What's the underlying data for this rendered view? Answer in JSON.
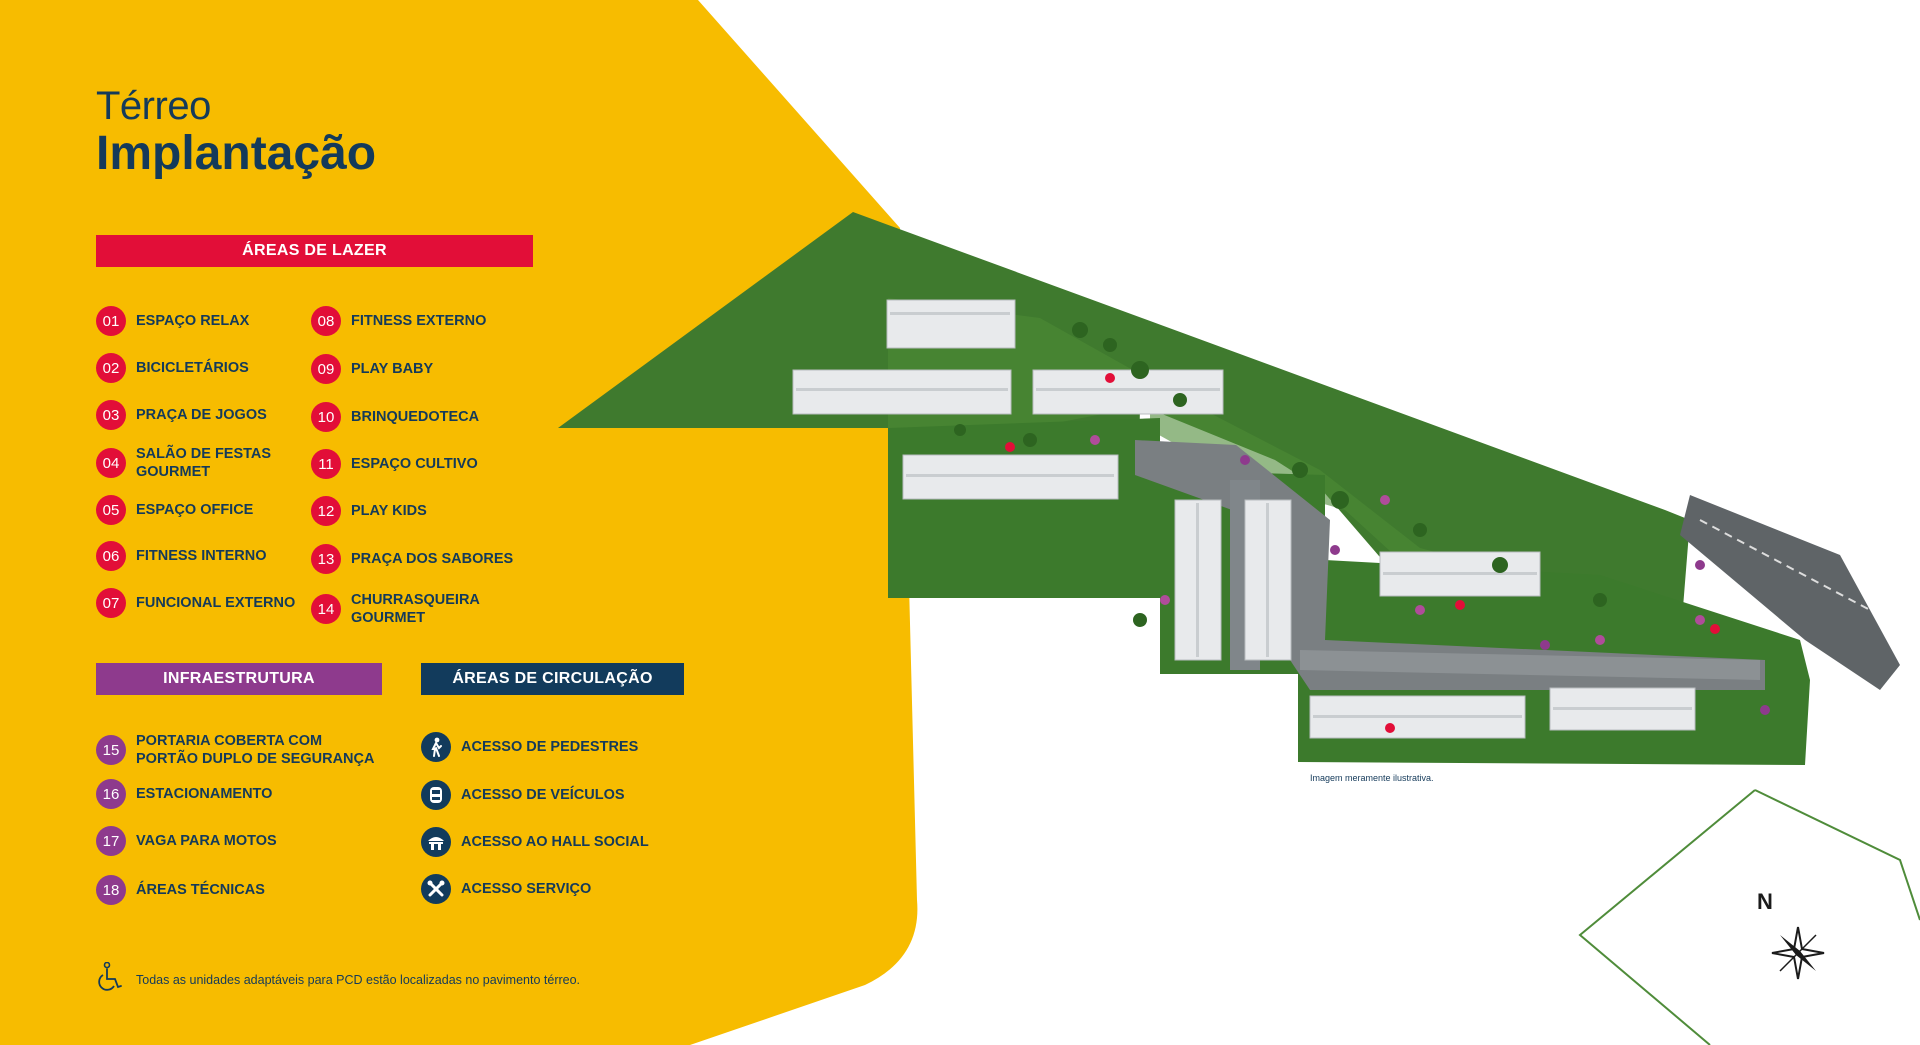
{
  "title": {
    "light": "Térreo",
    "bold": "Implantação"
  },
  "colors": {
    "yellow": "#f7bc00",
    "red": "#e20e38",
    "purple": "#8e3a8d",
    "navy": "#123b5c",
    "text": "#143a5a",
    "grass": "#3f7a2e"
  },
  "lazer": {
    "header": "ÁREAS DE LAZER",
    "items": [
      {
        "num": "01",
        "label": "ESPAÇO RELAX"
      },
      {
        "num": "02",
        "label": "BICICLETÁRIOS"
      },
      {
        "num": "03",
        "label": "PRAÇA DE JOGOS"
      },
      {
        "num": "04",
        "label": "SALÃO DE FESTAS GOURMET"
      },
      {
        "num": "05",
        "label": "ESPAÇO OFFICE"
      },
      {
        "num": "06",
        "label": "FITNESS INTERNO"
      },
      {
        "num": "07",
        "label": "FUNCIONAL EXTERNO"
      },
      {
        "num": "08",
        "label": "FITNESS EXTERNO"
      },
      {
        "num": "09",
        "label": "PLAY BABY"
      },
      {
        "num": "10",
        "label": "BRINQUEDOTECA"
      },
      {
        "num": "11",
        "label": "ESPAÇO CULTIVO"
      },
      {
        "num": "12",
        "label": "PLAY KIDS"
      },
      {
        "num": "13",
        "label": "PRAÇA DOS SABORES"
      },
      {
        "num": "14",
        "label": "CHURRASQUEIRA GOURMET"
      }
    ]
  },
  "infra": {
    "header": "INFRAESTRUTURA",
    "items": [
      {
        "num": "15",
        "label": "PORTARIA COBERTA COM PORTÃO DUPLO DE SEGURANÇA"
      },
      {
        "num": "16",
        "label": "ESTACIONAMENTO"
      },
      {
        "num": "17",
        "label": "VAGA PARA MOTOS"
      },
      {
        "num": "18",
        "label": "ÁREAS TÉCNICAS"
      }
    ]
  },
  "circulacao": {
    "header": "ÁREAS DE CIRCULAÇÃO",
    "items": [
      {
        "icon": "pedestrian-icon",
        "label": "ACESSO DE PEDESTRES"
      },
      {
        "icon": "car-icon",
        "label": "ACESSO DE VEÍCULOS"
      },
      {
        "icon": "hall-icon",
        "label": "ACESSO AO HALL SOCIAL"
      },
      {
        "icon": "tools-icon",
        "label": "ACESSO SERVIÇO"
      }
    ]
  },
  "pcd_note": "Todas as unidades adaptáveis para PCD estão localizadas no pavimento térreo.",
  "map": {
    "caption": "Imagem meramente ilustrativa.",
    "compass_label": "N"
  }
}
